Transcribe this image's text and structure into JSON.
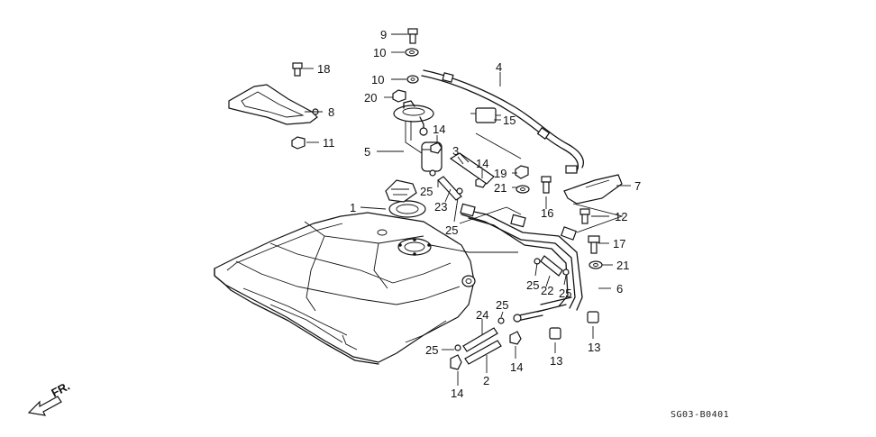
{
  "diagram": {
    "callouts": [
      {
        "id": "c9",
        "label": "9"
      },
      {
        "id": "c10a",
        "label": "10"
      },
      {
        "id": "c18",
        "label": "18"
      },
      {
        "id": "c4",
        "label": "4"
      },
      {
        "id": "c10b",
        "label": "10"
      },
      {
        "id": "c20",
        "label": "20"
      },
      {
        "id": "c8",
        "label": "8"
      },
      {
        "id": "c15",
        "label": "15"
      },
      {
        "id": "c14a",
        "label": "14"
      },
      {
        "id": "c11",
        "label": "11"
      },
      {
        "id": "c5",
        "label": "5"
      },
      {
        "id": "c3",
        "label": "3"
      },
      {
        "id": "c14b",
        "label": "14"
      },
      {
        "id": "c19",
        "label": "19"
      },
      {
        "id": "c21a",
        "label": "21"
      },
      {
        "id": "c7",
        "label": "7"
      },
      {
        "id": "c25a",
        "label": "25"
      },
      {
        "id": "c23",
        "label": "23"
      },
      {
        "id": "c1",
        "label": "1"
      },
      {
        "id": "c16",
        "label": "16"
      },
      {
        "id": "c12",
        "label": "12"
      },
      {
        "id": "c25b",
        "label": "25"
      },
      {
        "id": "c17",
        "label": "17"
      },
      {
        "id": "c21b",
        "label": "21"
      },
      {
        "id": "c25c",
        "label": "25"
      },
      {
        "id": "c22",
        "label": "22"
      },
      {
        "id": "c25d",
        "label": "25"
      },
      {
        "id": "c6",
        "label": "6"
      },
      {
        "id": "c25e",
        "label": "25"
      },
      {
        "id": "c24",
        "label": "24"
      },
      {
        "id": "c13a",
        "label": "13"
      },
      {
        "id": "c25f",
        "label": "25"
      },
      {
        "id": "c14c",
        "label": "14"
      },
      {
        "id": "c13b",
        "label": "13"
      },
      {
        "id": "c2",
        "label": "2"
      },
      {
        "id": "c14d",
        "label": "14"
      }
    ],
    "direction_label": "FR.",
    "diagram_code": "SG03-B0401"
  }
}
